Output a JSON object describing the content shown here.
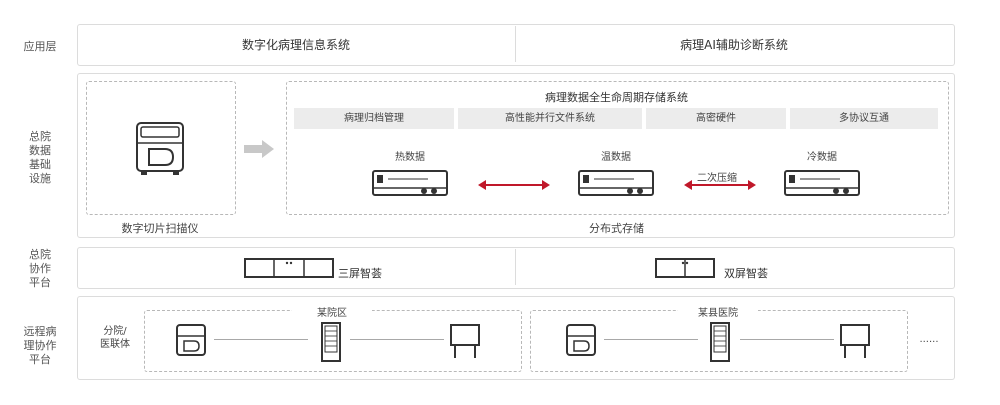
{
  "layers": {
    "application": {
      "label": "应用层",
      "items": [
        "数字化病理信息系统",
        "病理AI辅助诊断系统"
      ]
    },
    "infrastructure": {
      "label": "总院\n数据\n基础\n设施",
      "scanner_label": "数字切片扫描仪",
      "storage_title": "病理数据全生命周期存储系统",
      "features": [
        "病理归档管理",
        "高性能并行文件系统",
        "高密硬件",
        "多协议互通"
      ],
      "tiers": [
        "热数据",
        "温数据",
        "冷数据"
      ],
      "compression_label": "二次压缩",
      "storage_caption": "分布式存储"
    },
    "collaboration": {
      "label": "总院\n协作\n平台",
      "items": [
        "三屏智荟",
        "双屏智荟"
      ]
    },
    "remote": {
      "label": "远程病\n理协作\n平台",
      "side_label": "分院/\n医联体",
      "groups": [
        "某院区",
        "某县医院"
      ],
      "ellipsis": "......"
    }
  },
  "colors": {
    "arrow_red": "#c0182a",
    "border": "#dcdcdc",
    "chip_bg": "#ececec"
  }
}
